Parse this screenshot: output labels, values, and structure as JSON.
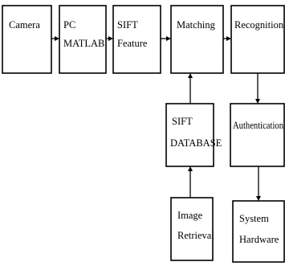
{
  "blocks": {
    "camera": {
      "lines": [
        "Camera"
      ]
    },
    "pc_matlab": {
      "lines": [
        "PC",
        "MATLAB"
      ]
    },
    "sift_feature": {
      "lines": [
        "SIFT",
        "Feature"
      ]
    },
    "matching": {
      "lines": [
        "Matching"
      ]
    },
    "recognition": {
      "lines": [
        "Recognition"
      ]
    },
    "sift_database": {
      "lines": [
        "SIFT",
        "DATABASE"
      ]
    },
    "authentication": {
      "lines": [
        "Authentication"
      ]
    },
    "image_retrieval": {
      "lines": [
        "Image",
        "Retrieval"
      ]
    },
    "system_hardware": {
      "lines": [
        "System",
        "Hardware"
      ]
    }
  },
  "connections": [
    {
      "from": "camera",
      "to": "pc_matlab"
    },
    {
      "from": "pc_matlab",
      "to": "sift_feature"
    },
    {
      "from": "sift_feature",
      "to": "matching"
    },
    {
      "from": "matching",
      "to": "recognition"
    },
    {
      "from": "sift_database",
      "to": "matching"
    },
    {
      "from": "image_retrieval",
      "to": "sift_database"
    },
    {
      "from": "recognition",
      "to": "authentication"
    },
    {
      "from": "authentication",
      "to": "system_hardware"
    }
  ]
}
